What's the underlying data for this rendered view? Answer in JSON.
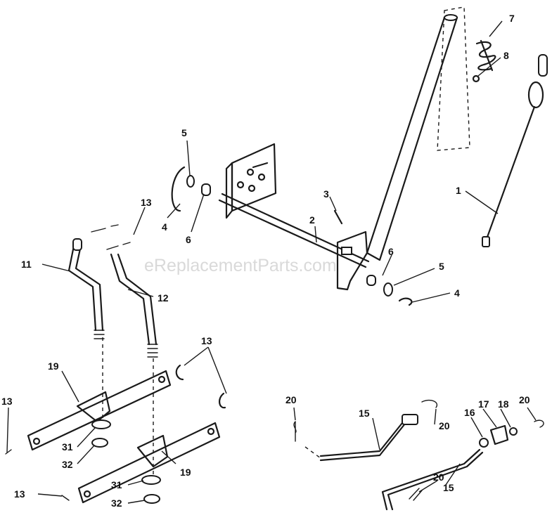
{
  "watermark": "eReplacementParts.com",
  "callouts": {
    "c1": "1",
    "c2": "2",
    "c3": "3",
    "c4a": "4",
    "c4b": "4",
    "c5a": "5",
    "c5b": "5",
    "c6a": "6",
    "c6b": "6",
    "c7": "7",
    "c8": "8",
    "c11": "11",
    "c12": "12",
    "c13a": "13",
    "c13b": "13",
    "c13c": "13",
    "c13d": "13",
    "c15a": "15",
    "c15b": "15",
    "c16": "16",
    "c17": "17",
    "c18": "18",
    "c19a": "19",
    "c19b": "19",
    "c20a": "20",
    "c20b": "20",
    "c20c": "20",
    "c20d": "20",
    "c31a": "31",
    "c31b": "31",
    "c32a": "32",
    "c32b": "32"
  }
}
